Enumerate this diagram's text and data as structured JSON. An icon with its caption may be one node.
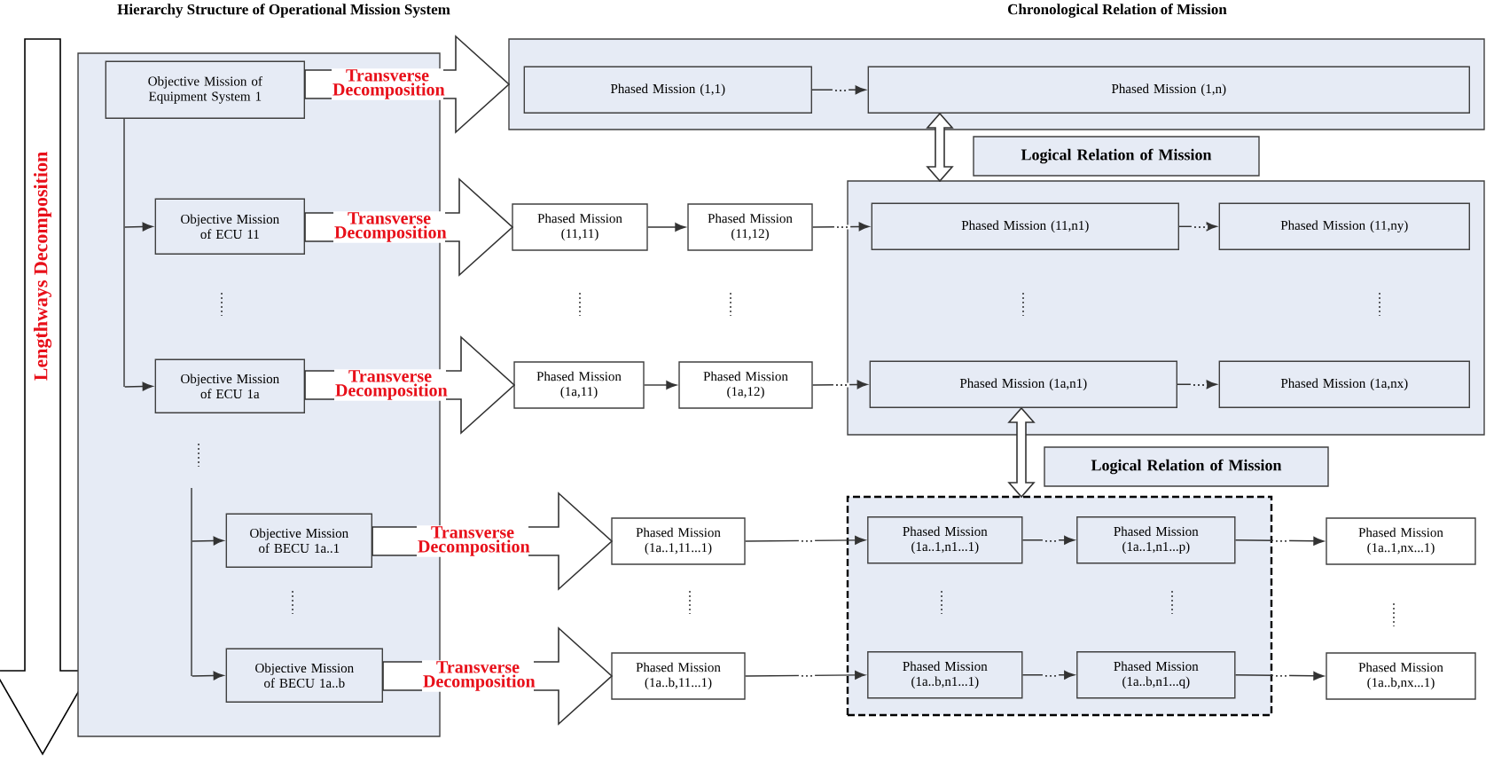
{
  "diagram": {
    "nodes": [
      {
        "text": [],
        "shape": "box"
      },
      {
        "text": [
          "Objective Mission of Equipment System 1"
        ],
        "in": 0
      },
      {
        "text": [
          "Objective Mission of ECU 11"
        ],
        "in": 0
      },
      {
        "text": [
          "Objective Mission of ECU 1a"
        ],
        "in": 0
      },
      {
        "text": [
          "Objective Mission of BECU 1a..1"
        ],
        "in": 0
      },
      {
        "text": [
          "Objective Mission of BECU 1a..b"
        ],
        "in": 0
      },
      {
        "text": [],
        "shape": "box"
      },
      {
        "text": [
          "Phased Mission (1,1)"
        ],
        "in": 6
      },
      {
        "text": [
          "Phased Mission (1,n)"
        ],
        "in": 6
      },
      {
        "text": [
          "Phased Mission (11,11)"
        ]
      },
      {
        "text": [
          "Phased Mission (11,12)"
        ]
      },
      {
        "text": [],
        "shape": "box"
      },
      {
        "text": [
          "Phased Mission (11,n1)"
        ],
        "in": 11
      },
      {
        "text": [
          "Phased Mission (11,ny)"
        ],
        "in": 11
      },
      {
        "text": [
          "Phased Mission (1a,11)"
        ]
      },
      {
        "text": [
          "Phased Mission (1a,12)"
        ]
      },
      {
        "text": [
          "Phased Mission (1a,n1)"
        ],
        "in": 11
      },
      {
        "text": [
          "Phased Mission (1a,nx)"
        ],
        "in": 11
      },
      {
        "text": [],
        "shape": "box"
      },
      {
        "text": [
          "Phased Mission (1a..1,11...1)"
        ]
      },
      {
        "text": [
          "Phased Mission (1a..1,n1...1)"
        ],
        "in": 18
      },
      {
        "text": [
          "Phased Mission (1a..1,n1...p)"
        ],
        "in": 18
      },
      {
        "text": [
          "Phased Mission (1a..1,nx...1)"
        ]
      },
      {
        "text": [
          "Phased Mission (1a..b,11...1)"
        ]
      },
      {
        "text": [
          "Phased Mission (1a..b,n1...1)"
        ],
        "in": 18
      },
      {
        "text": [
          "Phased Mission (1a..b,n1...q)"
        ],
        "in": 18
      },
      {
        "text": [
          "Phased Mission (1a..b,nx...1)"
        ]
      },
      {
        "text": [
          "Logical Relation of Mission"
        ]
      },
      {
        "text": [
          "Logical Relation of Mission"
        ]
      }
    ],
    "edges": [
      {
        "from": 1,
        "to": 6,
        "arrow": "to",
        "style": "thick",
        "label": "Transverse Decomposition"
      },
      {
        "from": 2,
        "to": 9,
        "arrow": "to",
        "style": "thick",
        "label": "Transverse Decomposition"
      },
      {
        "from": 3,
        "to": 14,
        "arrow": "to",
        "style": "thick",
        "label": "Transverse Decomposition"
      },
      {
        "from": 4,
        "to": 19,
        "arrow": "to",
        "style": "thick",
        "label": "Transverse Decomposition"
      },
      {
        "from": 5,
        "to": 23,
        "arrow": "to",
        "style": "thick",
        "label": "Transverse Decomposition"
      },
      {
        "from": 1,
        "to": 2,
        "arrow": "to"
      },
      {
        "from": 1,
        "to": 3,
        "arrow": "to"
      },
      {
        "from": null,
        "to": 4,
        "arrow": "to"
      },
      {
        "from": null,
        "to": 5,
        "arrow": "to"
      },
      {
        "from": 7,
        "to": 8,
        "arrow": "to",
        "label": "…"
      },
      {
        "from": 9,
        "to": 10,
        "arrow": "to"
      },
      {
        "from": 10,
        "to": 12,
        "arrow": "to",
        "label": "…"
      },
      {
        "from": 12,
        "to": 13,
        "arrow": "to",
        "label": "…"
      },
      {
        "from": 14,
        "to": 15,
        "arrow": "to"
      },
      {
        "from": 15,
        "to": 16,
        "arrow": "to",
        "label": "…"
      },
      {
        "from": 16,
        "to": 17,
        "arrow": "to",
        "label": "…"
      },
      {
        "from": 19,
        "to": 20,
        "arrow": "to",
        "label": "…"
      },
      {
        "from": 20,
        "to": 21,
        "arrow": "to",
        "label": "…"
      },
      {
        "from": 21,
        "to": 22,
        "arrow": "to",
        "label": "…"
      },
      {
        "from": 23,
        "to": 24,
        "arrow": "to",
        "label": "…"
      },
      {
        "from": 24,
        "to": 25,
        "arrow": "to",
        "label": "…"
      },
      {
        "from": 25,
        "to": 26,
        "arrow": "to",
        "label": "…"
      },
      {
        "from": 8,
        "to": 11,
        "arrow": "both",
        "style": "thick"
      },
      {
        "from": 16,
        "to": 18,
        "arrow": "both",
        "style": "thick"
      }
    ],
    "labels": [
      "Hierarchy Structure of Operational Mission System",
      "Chronological Relation of Mission",
      "Lengthways Decomposition"
    ]
  }
}
